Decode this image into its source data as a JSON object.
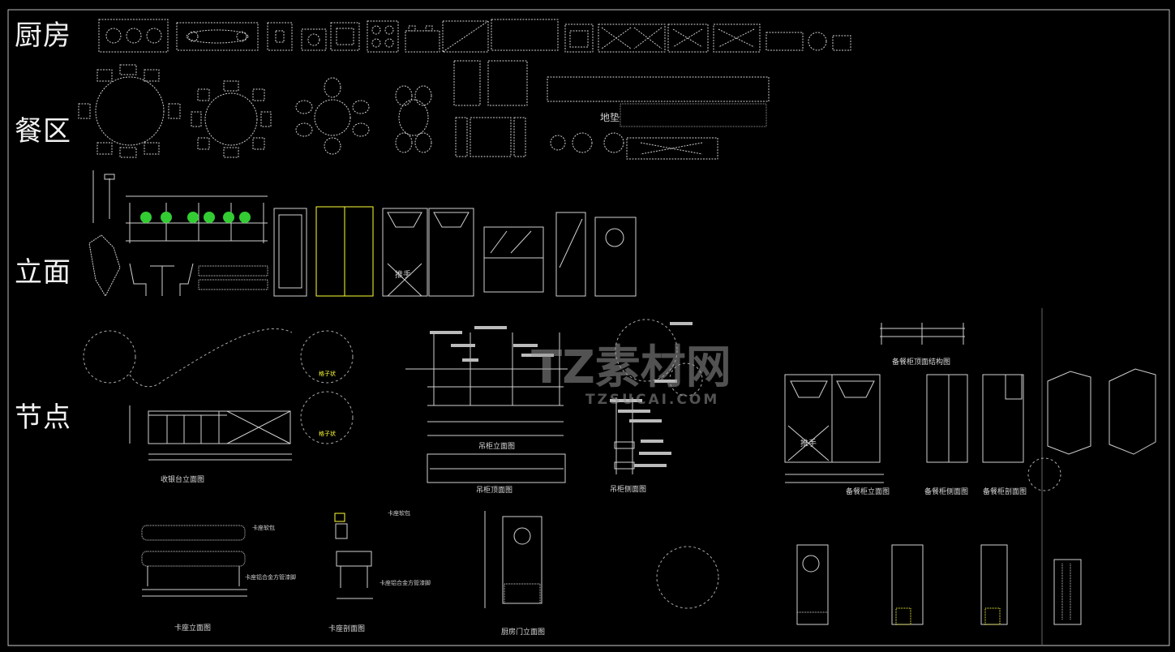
{
  "sections": {
    "kitchen": "厨房",
    "dining": "餐区",
    "elevation": "立面",
    "nodes": "节点"
  },
  "dining_mat_label": "地垫",
  "captions": {
    "cashier": "收银台立面图",
    "hanging_cabinet_elevation": "吊柜立面图",
    "hanging_cabinet_top": "吊柜顶面图",
    "hanging_cabinet_side": "吊柜侧面图",
    "sideboard_top": "备餐柜顶面结构图",
    "sideboard_elevation": "备餐柜立面图",
    "sideboard_side": "备餐柜侧面图",
    "sideboard_section": "备餐柜剖面图",
    "booth_elevation": "卡座立面图",
    "booth_section": "卡座剖面图",
    "kitchen_door": "厨房门立面图"
  },
  "notes": {
    "booth_soft": "卡座软包",
    "booth_leg": "卡座铝合金方管漆脚",
    "door_label": "推手",
    "grid": "格子状"
  },
  "watermark": {
    "brand": "TZ素材网",
    "url": "TZSUCAI.COM"
  },
  "colors": {
    "background": "#000000",
    "line": "#d8d8d8",
    "highlight": "#ffff33",
    "plant": "#33cc33"
  }
}
